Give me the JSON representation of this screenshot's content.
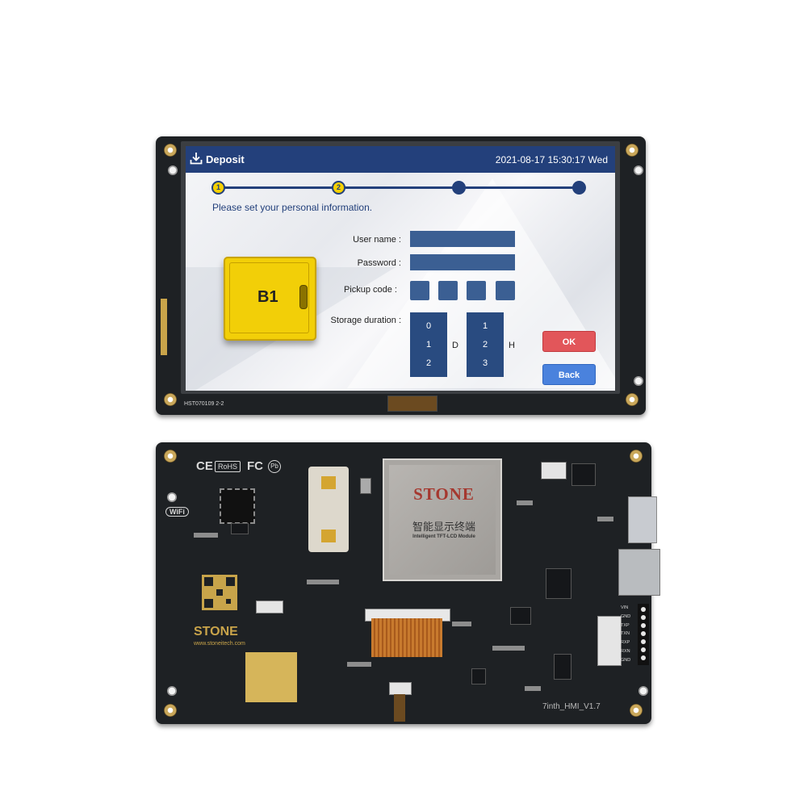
{
  "hmi": {
    "header": {
      "icon": "download-icon",
      "title": "Deposit",
      "datetime": "2021-08-17 15:30:17 Wed"
    },
    "steps": [
      {
        "label": "1",
        "state": "done"
      },
      {
        "label": "2",
        "state": "done"
      },
      {
        "label": "",
        "state": "todo"
      },
      {
        "label": "",
        "state": "todo"
      }
    ],
    "prompt": "Please set your personal information.",
    "locker_label": "B1",
    "form": {
      "username_label": "User name :",
      "password_label": "Password :",
      "pickup_label": "Pickup code :",
      "storage_label": "Storage duration :",
      "day_values": [
        "0",
        "1",
        "2"
      ],
      "day_unit": "D",
      "hour_values": [
        "1",
        "2",
        "3"
      ],
      "hour_unit": "H"
    },
    "buttons": {
      "ok": "OK",
      "back": "Back"
    },
    "colors": {
      "header": "#23407b",
      "ok": "#e2565a",
      "back": "#4a82dd",
      "locker": "#f2cf08"
    }
  },
  "board_front": {
    "model_code": "HST070109 2-2"
  },
  "board_back": {
    "certs": [
      "CE",
      "RoHS",
      "FC",
      "Pb"
    ],
    "wifi_label": "WiFi",
    "brand": "STONE",
    "url": "www.stoneitech.com",
    "module_brand": "STONE",
    "module_cn": "智能显示终端",
    "module_en": "Intelligent TFT-LCD Module",
    "pin_labels": [
      "VIN",
      "GND",
      "TXP",
      "TXN",
      "RXP",
      "RXN",
      "GND"
    ],
    "board_version": "7inth_HMI_V1.7"
  }
}
